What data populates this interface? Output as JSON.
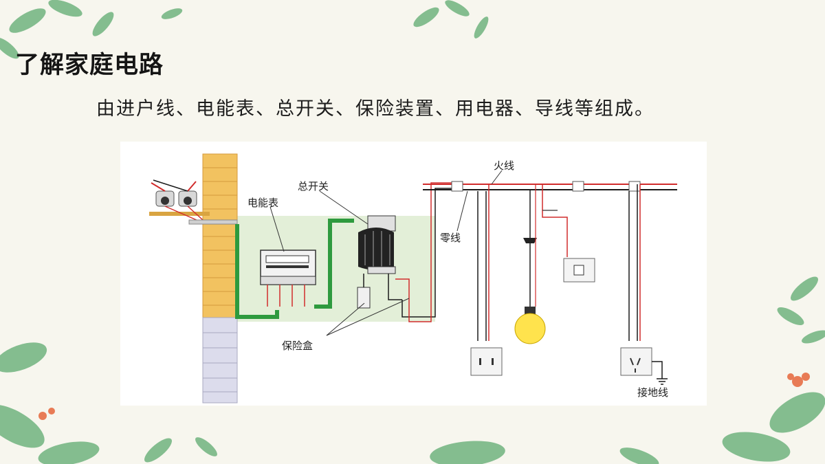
{
  "slide": {
    "title": "了解家庭电路",
    "subtitle": "由进户线、电能表、总开关、保险装置、用电器、导线等组成。"
  },
  "diagram": {
    "labels": {
      "meter": "电能表",
      "main_switch": "总开关",
      "fuse_box": "保险盒",
      "live_wire": "火线",
      "neutral_wire": "零线",
      "ground_wire": "接地线"
    }
  },
  "colors": {
    "live_wire": "#d12b2b",
    "neutral_wire": "#1a1a1a",
    "entry_conduit": "#2e9a3e",
    "wall_brick": "#f2c260",
    "leaf_green": "#5aa86c"
  }
}
